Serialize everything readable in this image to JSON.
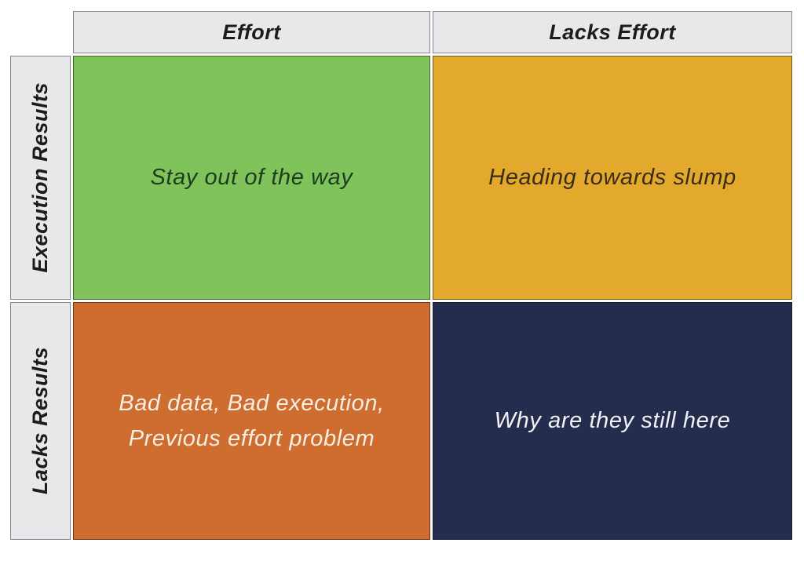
{
  "matrix": {
    "column_headers": [
      {
        "label": "Effort"
      },
      {
        "label": "Lacks Effort"
      }
    ],
    "row_headers": [
      {
        "label": "Execution Results"
      },
      {
        "label": "Lacks Results"
      }
    ],
    "quadrants": {
      "effort_results": {
        "text": "Stay out of the way",
        "bg": "#80c35a",
        "fg": "#1e3d20"
      },
      "lacks_effort_results": {
        "text": "Heading towards slump",
        "bg": "#e2a92d",
        "fg": "#3a2c16"
      },
      "effort_lacks_results": {
        "lines": [
          "Bad data, Bad execution,",
          "Previous effort problem"
        ],
        "bg": "#cf6d30",
        "fg": "#f7efe2"
      },
      "lacks_effort_lacks_results": {
        "text": "Why are they still here",
        "bg": "#242d4e",
        "fg": "#f2f2f6"
      }
    },
    "colors": {
      "header_bg": "#e8e8ea",
      "header_border": "#85858c",
      "quadrant_border": "#2b2b20",
      "page_bg": "#ffffff"
    }
  }
}
